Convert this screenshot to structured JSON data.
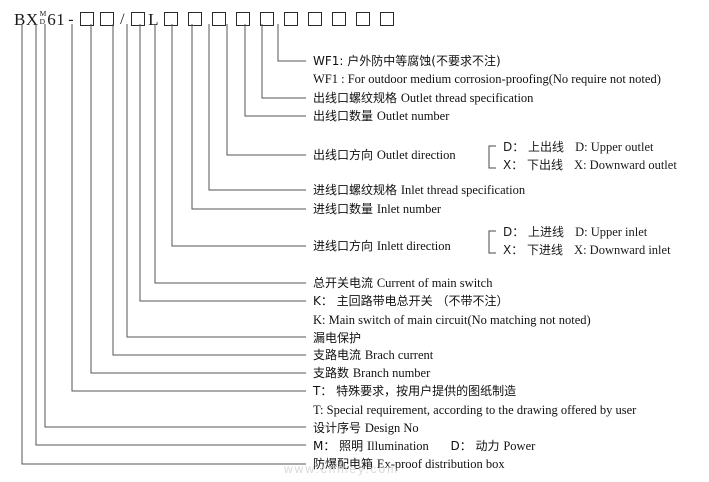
{
  "code": {
    "prefix": "BX",
    "sup": "M",
    "sub": "D",
    "series": "61",
    "dash": "-",
    "slash": "/",
    "letter_l": "L",
    "box_symbol": "□",
    "full": "BX(M/D)61-□□/□L□□□□□□□□□□",
    "boxes_before_slash": 2,
    "boxes_after_l": 10
  },
  "items": [
    {
      "id": "outdoor-proofing",
      "cn": "WF1: 户外防中等腐蚀(不要求不注)",
      "en": "WF1 : For outdoor medium corrosion-proofing(No require not noted)"
    },
    {
      "id": "outlet-thread-spec",
      "cn": "出线口螺纹规格",
      "en": "Outlet thread specification"
    },
    {
      "id": "outlet-number",
      "cn": "出线口数量",
      "en": "Outlet number"
    },
    {
      "id": "outlet-direction",
      "cn": "出线口方向",
      "en": "Outlet direction",
      "options": [
        {
          "key": "D",
          "cn": "D： 上出线",
          "en": "D: Upper outlet"
        },
        {
          "key": "X",
          "cn": "X： 下出线",
          "en": "X: Downward outlet"
        }
      ]
    },
    {
      "id": "inlet-thread-spec",
      "cn": "进线口螺纹规格",
      "en": "Inlet thread specification"
    },
    {
      "id": "inlet-number",
      "cn": "进线口数量",
      "en": "Inlet number"
    },
    {
      "id": "inlet-direction",
      "cn": "进线口方向",
      "en": "Inlett direction",
      "options": [
        {
          "key": "D",
          "cn": "D： 上进线",
          "en": "D: Upper inlet"
        },
        {
          "key": "X",
          "cn": "X： 下进线",
          "en": "X: Downward inlet"
        }
      ]
    },
    {
      "id": "main-switch-current",
      "cn": "总开关电流",
      "en": "Current of main switch"
    },
    {
      "id": "main-switch-k",
      "cn": "K： 主回路带电总开关 （不带不注）",
      "en": "K: Main switch of main circuit(No matching not noted)"
    },
    {
      "id": "leakage-protection",
      "cn": "漏电保护",
      "en": ""
    },
    {
      "id": "branch-current",
      "cn": "支路电流",
      "en": "Brach current"
    },
    {
      "id": "branch-number",
      "cn": "支路数",
      "en": "Branch number"
    },
    {
      "id": "special-requirement",
      "cn": "T： 特殊要求，按用户提供的图纸制造",
      "en": "T: Special requirement, according to the drawing offered by user"
    },
    {
      "id": "design-no",
      "cn": "设计序号",
      "en": "Design No"
    },
    {
      "id": "illumination-power",
      "cn": "M： 照明",
      "en": "Illumination",
      "cn2": "D： 动力",
      "en2": "Power"
    },
    {
      "id": "product-name",
      "cn": "防爆配电箱",
      "en": "Ex-proof distribution box"
    }
  ],
  "watermark": {
    "text": "www.cnmey.com"
  },
  "colors": {
    "line": "#555555",
    "text": "#111111",
    "box_border": "#2b2b2b",
    "watermark": "#d8d8d8",
    "background": "#ffffff"
  }
}
